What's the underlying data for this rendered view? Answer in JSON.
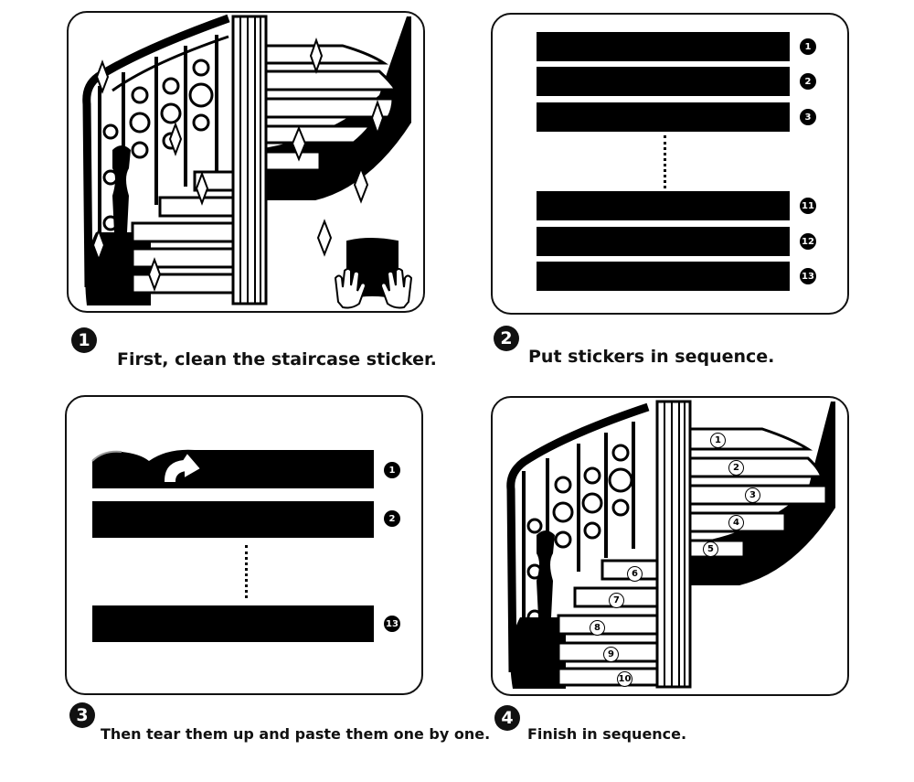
{
  "steps": [
    {
      "number": "1",
      "caption": "First, clean the staircase sticker."
    },
    {
      "number": "2",
      "caption": "Put stickers in sequence."
    },
    {
      "number": "3",
      "caption": "Then tear them up and paste them one by one."
    },
    {
      "number": "4",
      "caption": "Finish in sequence."
    }
  ],
  "panel2": {
    "labels": [
      "1",
      "2",
      "3",
      "11",
      "12",
      "13"
    ]
  },
  "panel3": {
    "labels": [
      "1",
      "2",
      "13"
    ]
  },
  "panel4": {
    "labels": [
      "1",
      "2",
      "3",
      "4",
      "5",
      "6",
      "7",
      "8",
      "9",
      "10"
    ]
  },
  "icons": {
    "panel1": [
      "spiral-staircase-icon",
      "sparkle-icon",
      "hands-holding-sticker-icon"
    ],
    "panel3": [
      "peel-arrow-icon"
    ]
  },
  "colors": {
    "ink": "#000000",
    "paper": "#ffffff"
  }
}
